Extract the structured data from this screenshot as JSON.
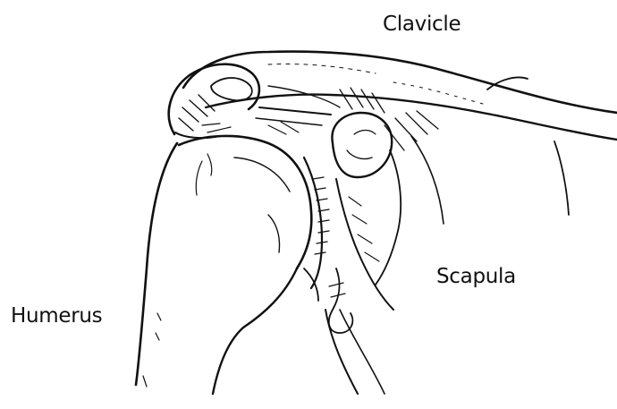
{
  "diagram": {
    "labels": {
      "clavicle": "Clavicle",
      "scapula": "Scapula",
      "humerus": "Humerus"
    },
    "colors": {
      "background": "#ffffff",
      "ink": "#111111"
    }
  }
}
